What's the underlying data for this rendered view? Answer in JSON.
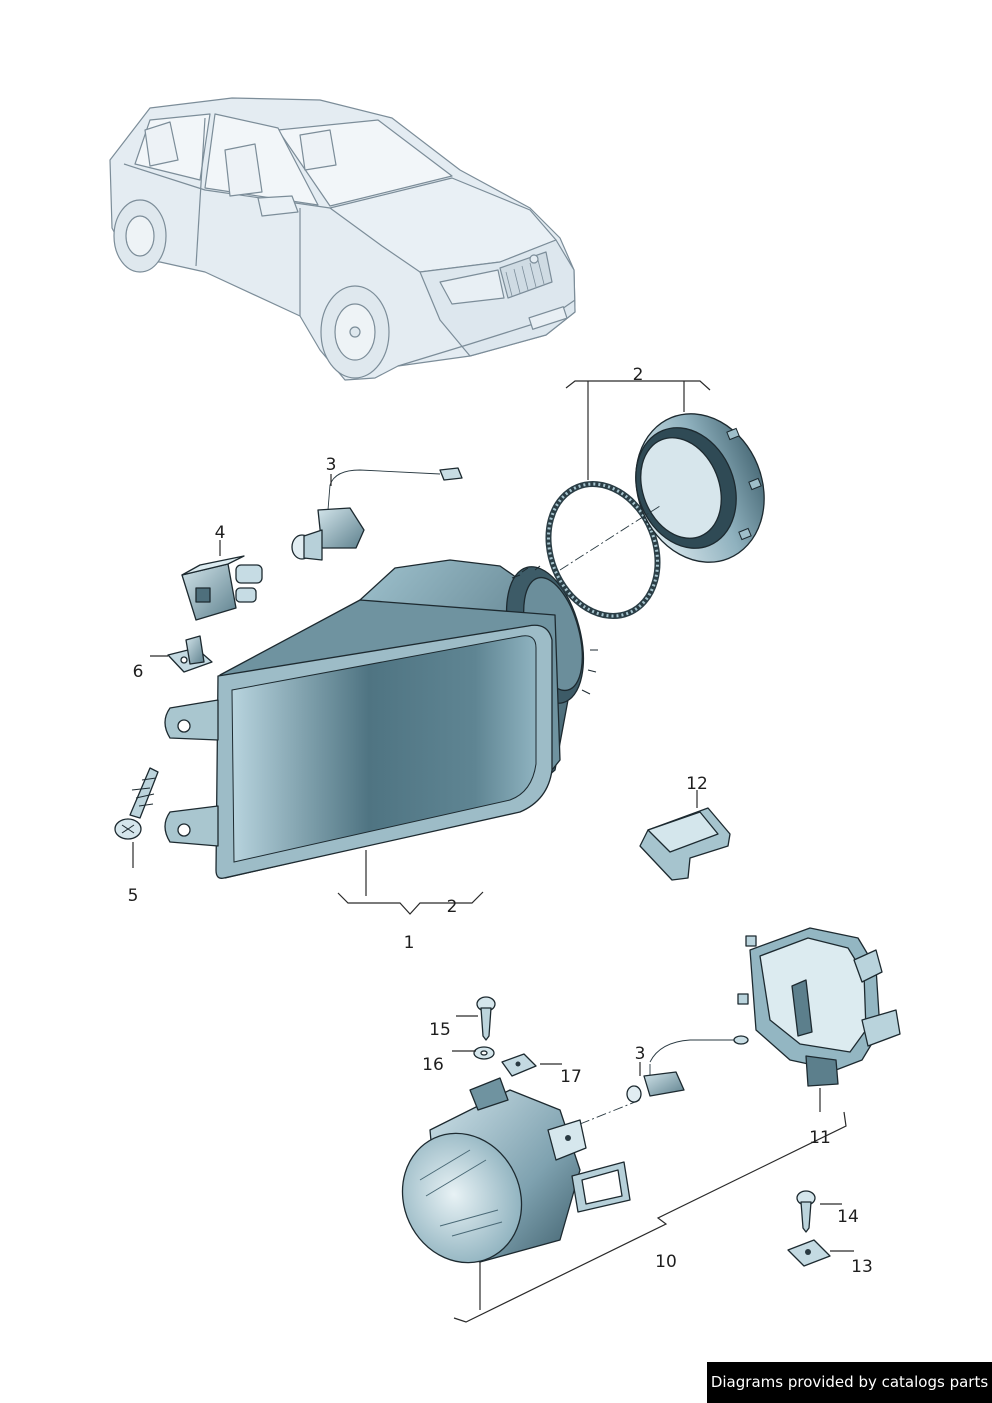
{
  "diagram": {
    "callouts": {
      "c1": "1",
      "c2_top": "2",
      "c2_bottom": "2",
      "c3_upper": "3",
      "c3_lower": "3",
      "c4": "4",
      "c5": "5",
      "c6": "6",
      "c10": "10",
      "c11": "11",
      "c12": "12",
      "c13": "13",
      "c14": "14",
      "c15": "15",
      "c16": "16",
      "c17": "17"
    }
  },
  "footer": {
    "credit": "Diagrams provided by catalogs parts"
  },
  "colors": {
    "car_fill": "#e4ecf2",
    "car_line": "#7c8d99",
    "part_dark": "#3f5f6c",
    "part_mid": "#7fa3b2",
    "part_light": "#c6dce4",
    "ink": "#1d2a30"
  }
}
